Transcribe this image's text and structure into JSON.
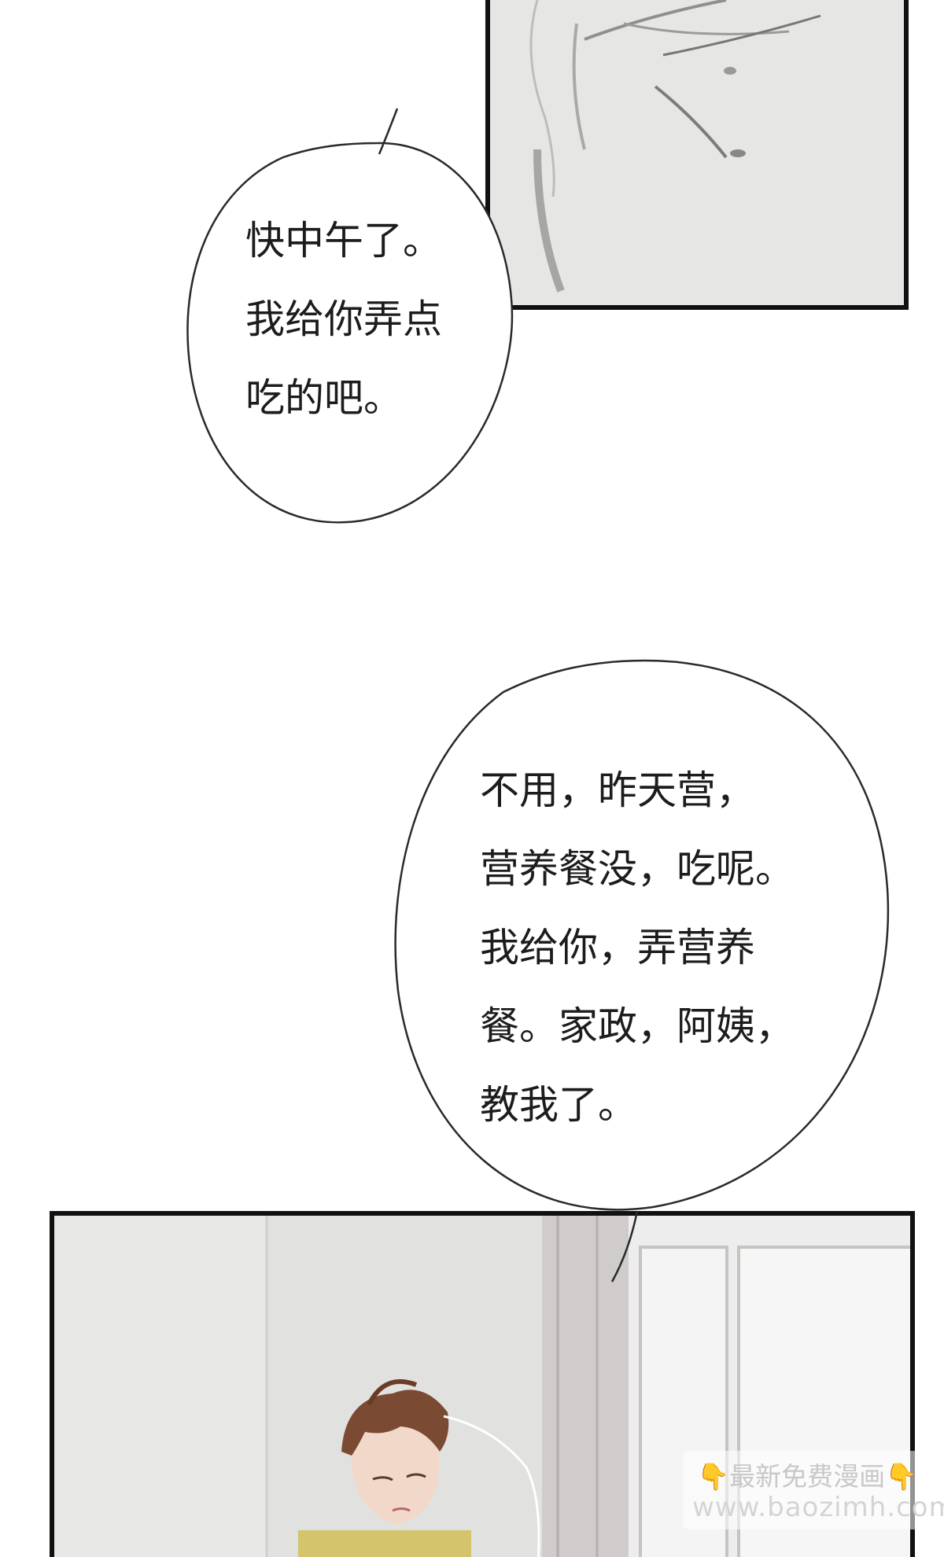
{
  "bubbles": [
    {
      "lines": [
        "快中午了。",
        "我给你弄点",
        "吃的吧。"
      ]
    },
    {
      "lines": [
        "不用，昨天营，",
        "营养餐没，吃呢。",
        "我给你，弄营养",
        "餐。家政，阿姨，",
        "教我了。"
      ]
    }
  ],
  "watermark": {
    "line1": "最新免费漫画",
    "line2": "www.baozimh.com",
    "finger_icon": "👇"
  }
}
